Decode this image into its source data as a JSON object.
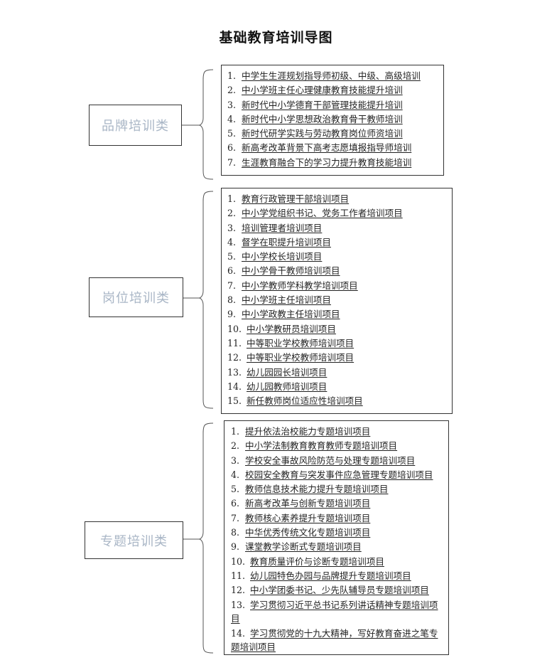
{
  "title": "基础教育培训导图",
  "categories": [
    {
      "label": "品牌培训类",
      "items": [
        {
          "num": "1.",
          "text": "中学生生涯规划指导师初级、中级、高级培训"
        },
        {
          "num": "2.",
          "text": "中小学班主任心理健康教育技能提升培训"
        },
        {
          "num": "3.",
          "text": "新时代中小学德育干部管理技能提升培训"
        },
        {
          "num": "4.",
          "text": "新时代中小学思想政治教育骨干教师培训"
        },
        {
          "num": "5.",
          "text": "新时代研学实践与劳动教育岗位师资培训"
        },
        {
          "num": "6.",
          "text": "新高考改革背景下高考志愿填报指导师培训"
        },
        {
          "num": "7.",
          "text": "生涯教育融合下的学习力提升教育技能培训"
        }
      ]
    },
    {
      "label": "岗位培训类",
      "items": [
        {
          "num": "1.",
          "text": "教育行政管理干部培训项目"
        },
        {
          "num": "2.",
          "text": "中小学党组织书记、党务工作者培训项目"
        },
        {
          "num": "3.",
          "text": "培训管理者培训项目"
        },
        {
          "num": "4.",
          "text": "督学在职提升培训项目"
        },
        {
          "num": "5.",
          "text": "中小学校长培训项目"
        },
        {
          "num": "6.",
          "text": "中小学骨干教师培训项目"
        },
        {
          "num": "7.",
          "text": "中小学教师学科教学培训项目"
        },
        {
          "num": "8.",
          "text": "中小学班主任培训项目"
        },
        {
          "num": "9.",
          "text": "中小学政教主任培训项目"
        },
        {
          "num": "10.",
          "text": "中小学教研员培训项目"
        },
        {
          "num": "11.",
          "text": "中等职业学校教师培训项目"
        },
        {
          "num": "12.",
          "text": "中等职业学校教师培训项目"
        },
        {
          "num": "13.",
          "text": "幼儿园园长培训项目"
        },
        {
          "num": "14.",
          "text": "幼儿园教师培训项目"
        },
        {
          "num": "15.",
          "text": "新任教师岗位适应性培训项目"
        }
      ]
    },
    {
      "label": "专题培训类",
      "items": [
        {
          "num": "1.",
          "text": "提升依法治校能力专题培训项目"
        },
        {
          "num": "2.",
          "text": "中小学法制教育教育教师专题培训项目"
        },
        {
          "num": "3.",
          "text": "学校安全事故风险防范与处理专题培训项目"
        },
        {
          "num": "4.",
          "text": "校园安全教育与突发事件应急管理专题培训项目"
        },
        {
          "num": "5.",
          "text": "教师信息技术能力提升专题培训项目"
        },
        {
          "num": "6.",
          "text": "新高考改革与创新专题培训项目"
        },
        {
          "num": "7.",
          "text": "教师核心素养提升专题培训项目"
        },
        {
          "num": "8.",
          "text": "中华优秀传统文化专题培训项目"
        },
        {
          "num": "9.",
          "text": "课堂教学诊断式专题培训项目"
        },
        {
          "num": "10.",
          "text": "教育质量评价与诊断专题培训项目"
        },
        {
          "num": "11.",
          "text": "幼儿园特色办园与品牌提升专题培训项目"
        },
        {
          "num": "12.",
          "text": "中小学团委书记、少先队辅导员专题培训项目"
        },
        {
          "num": "13.",
          "text": "学习贯彻习近平总书记系列讲话精神专题培训项目"
        },
        {
          "num": "14.",
          "text": "学习贯彻党的十九大精神，写好教育奋进之笔专题培训项目"
        }
      ]
    }
  ]
}
